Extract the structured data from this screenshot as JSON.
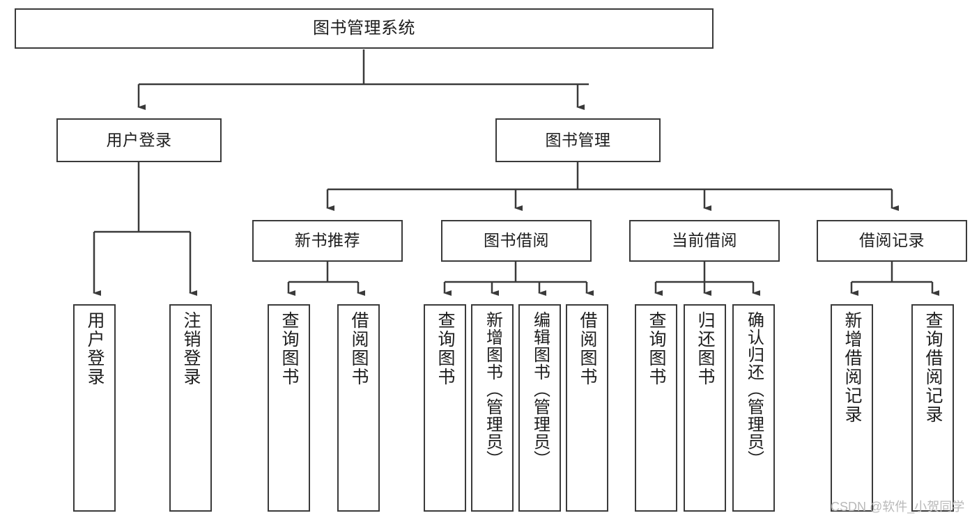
{
  "diagram": {
    "type": "tree",
    "title": "图书管理系统",
    "orientation": "top-down",
    "edge_style": "orthogonal-arrow",
    "colors": {
      "box_border": "#3a3a3a",
      "box_fill": "#ffffff",
      "edge": "#3a3a3a",
      "text": "#1d1d1d",
      "watermark": "#b9b9b9"
    }
  },
  "watermark": {
    "text": "CSDN @软件_小贺同学"
  },
  "nodes": {
    "root": {
      "label": "图书管理系统"
    },
    "level2": [
      {
        "id": "user-login",
        "label": "用户登录"
      },
      {
        "id": "book-manage",
        "label": "图书管理"
      }
    ],
    "level3": [
      {
        "id": "new-book-recommend",
        "label": "新书推荐"
      },
      {
        "id": "book-borrow",
        "label": "图书借阅"
      },
      {
        "id": "current-borrow",
        "label": "当前借阅"
      },
      {
        "id": "borrow-record",
        "label": "借阅记录"
      }
    ],
    "leaves": {
      "user_login": [
        {
          "id": "leaf-user-login",
          "label": "用户登录"
        },
        {
          "id": "leaf-user-logout",
          "label": "注销登录"
        }
      ],
      "new_book_recommend": [
        {
          "id": "leaf-query-book-1",
          "label": "查询图书"
        },
        {
          "id": "leaf-borrow-book-1",
          "label": "借阅图书"
        }
      ],
      "book_borrow": [
        {
          "id": "leaf-query-book-2",
          "label": "查询图书"
        },
        {
          "id": "leaf-add-book",
          "label": "新增图书（管理员）"
        },
        {
          "id": "leaf-edit-book",
          "label": "编辑图书（管理员）"
        },
        {
          "id": "leaf-borrow-book-2",
          "label": "借阅图书"
        }
      ],
      "current_borrow": [
        {
          "id": "leaf-query-book-3",
          "label": "查询图书"
        },
        {
          "id": "leaf-return-book",
          "label": "归还图书"
        },
        {
          "id": "leaf-confirm-return",
          "label": "确认归还（管理员）"
        }
      ],
      "borrow_record": [
        {
          "id": "leaf-add-record",
          "label": "新增借阅记录"
        },
        {
          "id": "leaf-query-record",
          "label": "查询借阅记录"
        }
      ]
    }
  }
}
